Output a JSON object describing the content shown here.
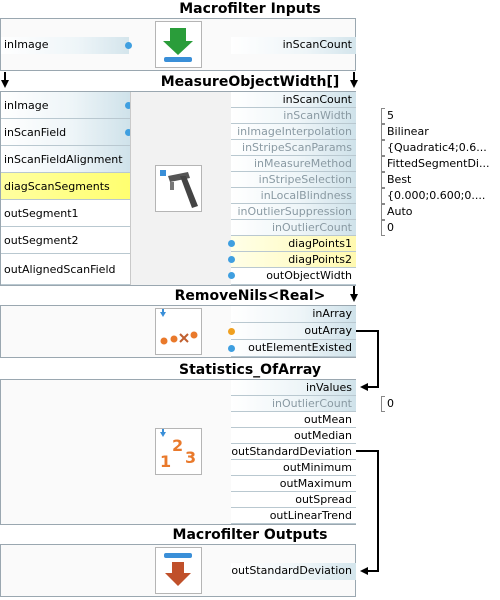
{
  "macro_inputs": {
    "title": "Macrofilter Inputs",
    "left_port": "inImage",
    "right_port": "inScanCount"
  },
  "measure": {
    "title": "MeasureObjectWidth[]",
    "inputs_left": [
      "inImage",
      "inScanField",
      "inScanFieldAlignment",
      "diagScanSegments",
      "outSegment1",
      "outSegment2",
      "outAlignedScanField"
    ],
    "ports_right": [
      "inScanCount",
      "inScanWidth",
      "inImageInterpolation",
      "inStripeScanParams",
      "inMeasureMethod",
      "inStripeSelection",
      "inLocalBlindness",
      "inOutlierSuppression",
      "inOutlierCount",
      "diagPoints1",
      "diagPoints2",
      "outObjectWidth"
    ],
    "values": [
      "5",
      "Bilinear",
      "{Quadratic4;0.6...",
      "FittedSegmentDi...",
      "Best",
      "{0.000;0.600;0....",
      "Auto",
      "0"
    ]
  },
  "removenils": {
    "title": "RemoveNils<Real>",
    "ports_right": [
      "inArray",
      "outArray",
      "outElementExisted"
    ]
  },
  "stats": {
    "title": "Statistics_OfArray",
    "ports_right": [
      "inValues",
      "inOutlierCount",
      "outMean",
      "outMedian",
      "outStandardDeviation",
      "outMinimum",
      "outMaximum",
      "outSpread",
      "outLinearTrend"
    ],
    "outlier_value": "0"
  },
  "macro_outputs": {
    "title": "Macrofilter Outputs",
    "right_port": "outStandardDeviation"
  },
  "icons": [
    "download-arrow-icon",
    "caliper-icon",
    "remove-nils-icon",
    "statistics-123-icon",
    "output-arrow-icon"
  ],
  "colors": {
    "port_blue": "#3f9fe0",
    "port_orange": "#f0a020",
    "diag_yellow": "#ffff70",
    "link": "#000000"
  }
}
